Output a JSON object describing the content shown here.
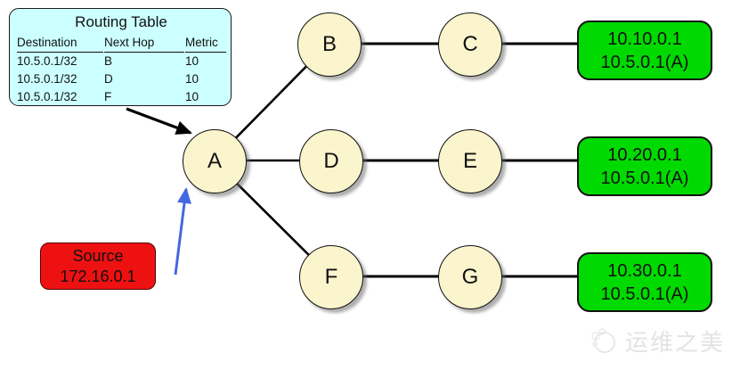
{
  "routing_table": {
    "title": "Routing Table",
    "columns": [
      "Destination",
      "Next Hop",
      "Metric"
    ],
    "rows": [
      {
        "destination": "10.5.0.1/32",
        "next_hop": "B",
        "metric": "10"
      },
      {
        "destination": "10.5.0.1/32",
        "next_hop": "D",
        "metric": "10"
      },
      {
        "destination": "10.5.0.1/32",
        "next_hop": "F",
        "metric": "10"
      }
    ]
  },
  "nodes": [
    {
      "label": "A"
    },
    {
      "label": "B"
    },
    {
      "label": "C"
    },
    {
      "label": "D"
    },
    {
      "label": "E"
    },
    {
      "label": "F"
    },
    {
      "label": "G"
    }
  ],
  "source_box": {
    "title": "Source",
    "address": "172.16.0.1"
  },
  "destination_boxes": [
    {
      "line1": "10.10.0.1",
      "line2": "10.5.0.1(A)"
    },
    {
      "line1": "10.20.0.1",
      "line2": "10.5.0.1(A)"
    },
    {
      "line1": "10.30.0.1",
      "line2": "10.5.0.1(A)"
    }
  ],
  "edges": [
    "A-B",
    "A-D",
    "A-F",
    "B-C",
    "D-E",
    "F-G",
    "C-dest1",
    "E-dest2",
    "G-dest3"
  ],
  "arrows": [
    {
      "name": "routing-table-to-A",
      "color": "#000000"
    },
    {
      "name": "source-to-A",
      "color": "#4467E2"
    }
  ],
  "colors": {
    "routing_table_bg": "#CCFFFF",
    "node_fill": "#FBF5CE",
    "destination_green": "#00DA00",
    "source_red": "#EE1111",
    "arrow_blue": "#4467E2",
    "edge_black": "#000000"
  },
  "watermark": {
    "text": "运维之美"
  }
}
